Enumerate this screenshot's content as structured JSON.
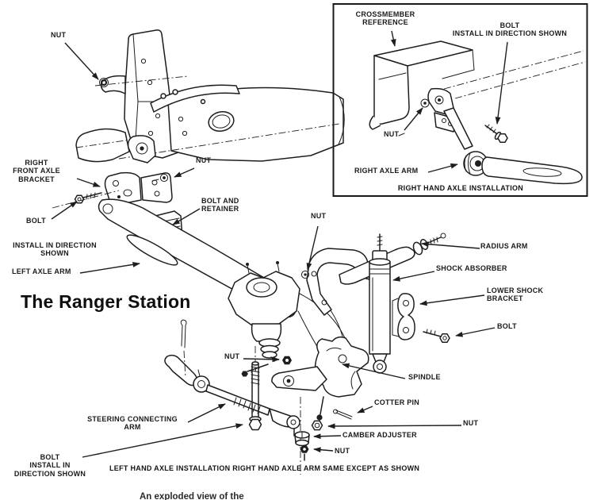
{
  "watermark": "The Ranger Station",
  "main": {
    "caption": "LEFT HAND AXLE INSTALLATION RIGHT HAND AXLE ARM SAME EXCEPT AS SHOWN",
    "bottom_caption_partial": "An exploded view of the",
    "labels": {
      "nut_top_left": "NUT",
      "right_front_axle_bracket": "RIGHT\nFRONT AXLE\nBRACKET",
      "nut_upper": "NUT",
      "bolt_and_retainer": "BOLT AND\nRETAINER",
      "bolt_left": "BOLT",
      "install_direction_left": "INSTALL IN DIRECTION\nSHOWN",
      "left_axle_arm": "LEFT AXLE ARM",
      "nut_center": "NUT",
      "radius_arm": "RADIUS ARM",
      "shock_absorber": "SHOCK ABSORBER",
      "lower_shock_bracket": "LOWER SHOCK\nBRACKET",
      "bolt_right": "BOLT",
      "spindle": "SPINDLE",
      "nut_spring": "NUT",
      "cotter_pin": "COTTER PIN",
      "nut_mid_right": "NUT",
      "camber_adjuster": "CAMBER ADJUSTER",
      "nut_bottom": "NUT",
      "steering_connecting_arm": "STEERING CONNECTING\nARM",
      "bolt_install_bottom": "BOLT\nINSTALL IN\nDIRECTION SHOWN"
    }
  },
  "inset": {
    "caption": "RIGHT HAND AXLE INSTALLATION",
    "labels": {
      "crossmember_reference": "CROSSMEMBER\nREFERENCE",
      "bolt_install": "BOLT\nINSTALL IN DIRECTION SHOWN",
      "nut": "NUT",
      "right_axle_arm": "RIGHT AXLE ARM"
    }
  },
  "colors": {
    "ink": "#1e1e1e",
    "background": "#ffffff"
  }
}
